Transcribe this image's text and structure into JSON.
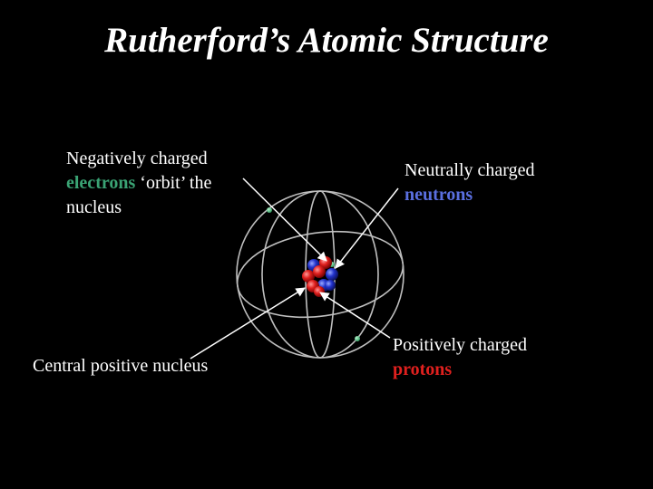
{
  "slide": {
    "title": "Rutherford’s Atomic Structure"
  },
  "labels": {
    "electrons": {
      "line1": "Negatively charged",
      "highlight": "electrons",
      "line2_rest": " ‘orbit’ the",
      "line3": "nucleus"
    },
    "neutrons": {
      "line1": "Neutrally charged",
      "highlight": "neutrons"
    },
    "nucleus": {
      "text": "Central positive nucleus"
    },
    "protons": {
      "line1": "Positively charged",
      "highlight": "protons"
    }
  },
  "colors": {
    "background": "#000000",
    "electron_green": "#3aa374",
    "neutron_blue": "#5a6fe0",
    "proton_red": "#e0201e",
    "orbit_gray": "#bfbfbf"
  }
}
